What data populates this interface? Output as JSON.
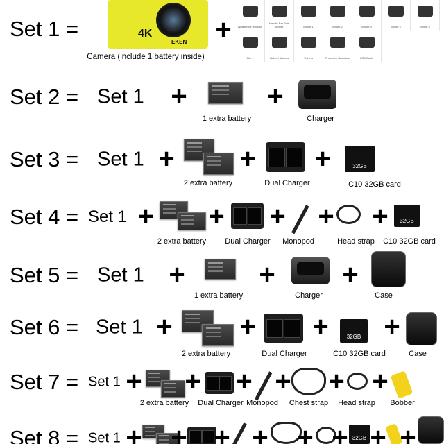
{
  "set1_row": {
    "label": "Set 1 =",
    "camera_brand": "EKEN",
    "camera_badge": "4K",
    "camera_caption": "Camera (include 1 battery inside)",
    "accessories": [
      "Waterproof Housing",
      "Handle Bar Pole Mount",
      "Mount 1",
      "Mount 2",
      "Mount 3",
      "Mount 4",
      "Mount 5",
      "Clip 1",
      "Helmet Mounts",
      "Tethers",
      "Protective Backdoor",
      "USB Cable"
    ]
  },
  "plus": "+",
  "base": "Set 1",
  "rows": [
    {
      "label": "Set 2 =",
      "items": [
        {
          "type": "battery",
          "caption": "1 extra battery"
        },
        {
          "type": "charger",
          "caption": "Charger"
        }
      ]
    },
    {
      "label": "Set 3 =",
      "items": [
        {
          "type": "battery2",
          "caption": "2 extra battery"
        },
        {
          "type": "dual",
          "caption": "Dual Charger"
        },
        {
          "type": "card",
          "caption": "C10 32GB card"
        }
      ]
    },
    {
      "label": "Set 4 =",
      "items": [
        {
          "type": "battery2",
          "caption": "2 extra battery"
        },
        {
          "type": "dual",
          "caption": "Dual Charger"
        },
        {
          "type": "monopod",
          "caption": "Monopod"
        },
        {
          "type": "strap",
          "caption": "Head strap"
        },
        {
          "type": "card",
          "caption": "C10 32GB card"
        }
      ]
    },
    {
      "label": "Set 5 =",
      "items": [
        {
          "type": "battery",
          "caption": "1 extra battery"
        },
        {
          "type": "charger",
          "caption": "Charger"
        },
        {
          "type": "case",
          "caption": "Case"
        }
      ]
    },
    {
      "label": "Set 6 =",
      "items": [
        {
          "type": "battery2",
          "caption": "2 extra battery"
        },
        {
          "type": "dual",
          "caption": "Dual Charger"
        },
        {
          "type": "card",
          "caption": "C10 32GB card"
        },
        {
          "type": "case",
          "caption": "Case"
        }
      ]
    },
    {
      "label": "Set 7 =",
      "items": [
        {
          "type": "battery2",
          "caption": "2 extra battery"
        },
        {
          "type": "dual",
          "caption": "Dual Charger"
        },
        {
          "type": "monopod",
          "caption": "Monopod"
        },
        {
          "type": "chest",
          "caption": "Chest strap"
        },
        {
          "type": "strap",
          "caption": "Head strap"
        },
        {
          "type": "bobber",
          "caption": "Bobber"
        }
      ]
    },
    {
      "label": "Set 8 =",
      "items": [
        {
          "type": "battery2"
        },
        {
          "type": "dual"
        },
        {
          "type": "monopod"
        },
        {
          "type": "chest"
        },
        {
          "type": "strap"
        },
        {
          "type": "card"
        },
        {
          "type": "bobber"
        },
        {
          "type": "case"
        }
      ]
    }
  ]
}
